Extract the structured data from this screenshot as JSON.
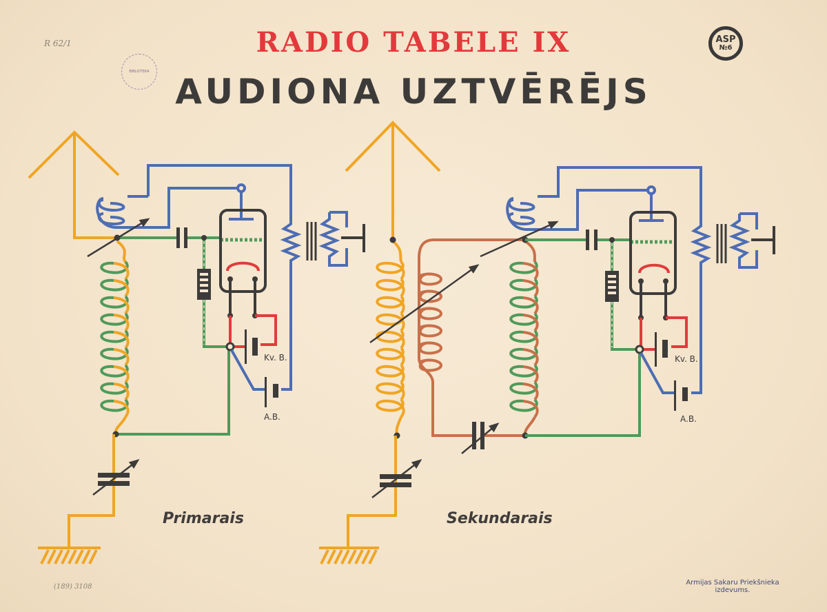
{
  "poster": {
    "title": "RADIO TABELE IX",
    "subtitle": "AUDIONA UZTVĒRĒJS",
    "logo": {
      "line1": "ASP",
      "line2": "№6"
    },
    "stamp_text": "BIBLIOTEKA",
    "handwritten_top": "R 62/1",
    "handwritten_bottom": "(189) 3108",
    "publisher_line1": "Armijas Sakaru Priekšnieka",
    "publisher_line2": "izdevums."
  },
  "colors": {
    "antenna": "#f0a524",
    "reaction": "#4d6db4",
    "grid": "#4f9a5a",
    "filament": "#e23a3c",
    "secondary": "#c8704a",
    "component": "#3d3b3a",
    "title_red": "#e23a3c"
  },
  "diagrams": [
    {
      "name": "Primarais",
      "labels": {
        "filament_battery": "Kv. B.",
        "anode_battery": "A.B."
      }
    },
    {
      "name": "Sekundarais",
      "labels": {
        "filament_battery": "Kv. B.",
        "anode_battery": "A.B."
      }
    }
  ]
}
